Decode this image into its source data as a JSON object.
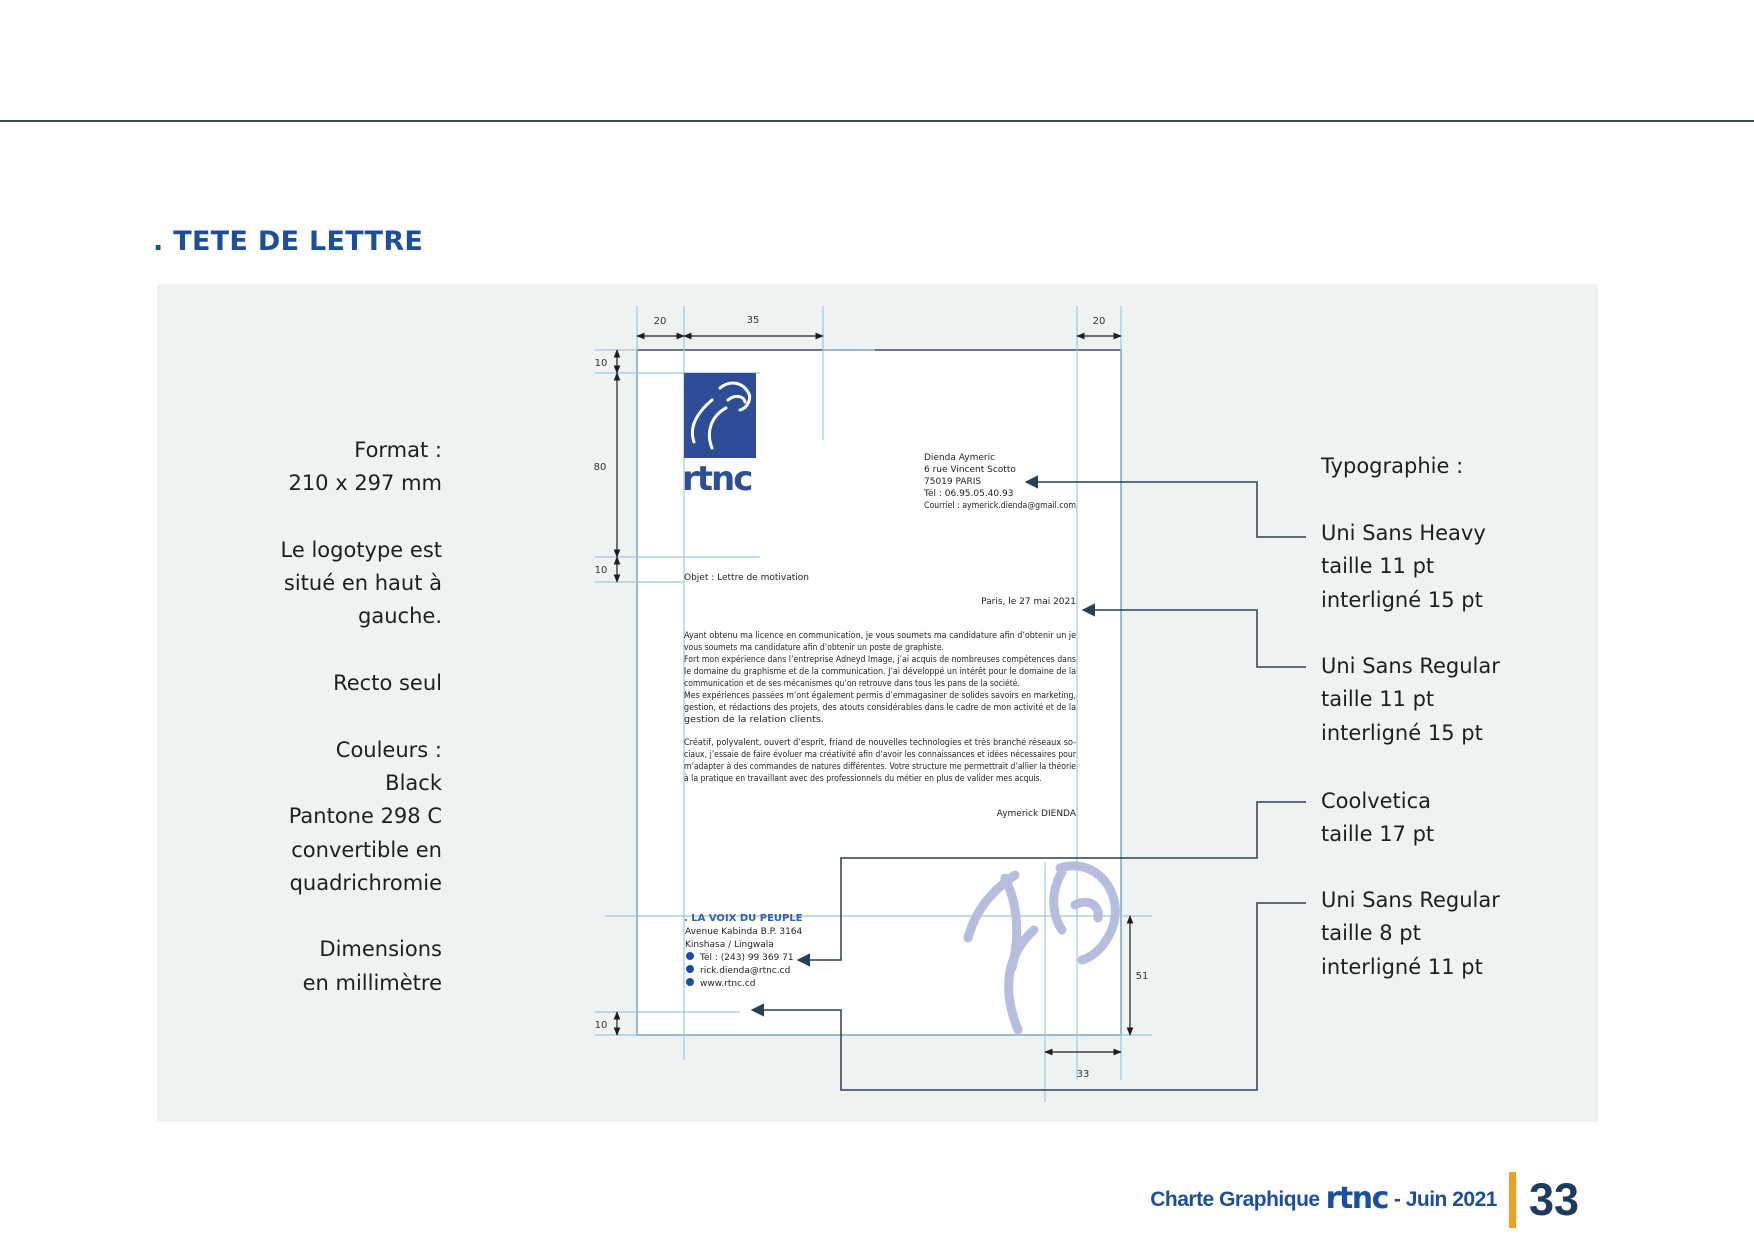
{
  "section_title": ". TETE DE LETTRE",
  "left_notes": {
    "format_label": "Format :",
    "format_value": "210 x 297 mm",
    "logo_line1": "Le logotype est",
    "logo_line2": "situé en haut à",
    "logo_line3": "gauche.",
    "recto": "Recto seul",
    "colors_label": "Couleurs :",
    "color_black": "Black",
    "color_pantone": "Pantone 298 C",
    "color_conv1": "convertible en",
    "color_conv2": "quadrichromie",
    "dims_line1": "Dimensions",
    "dims_line2": "en millimètre"
  },
  "typography": {
    "label": "Typographie :",
    "groups": [
      {
        "font": "Uni Sans Heavy",
        "size": "taille 11 pt",
        "leading": "interligné 15 pt"
      },
      {
        "font": "Uni Sans Regular",
        "size": "taille 11 pt",
        "leading": "interligné 15 pt"
      },
      {
        "font": "Coolvetica",
        "size": "taille 17 pt"
      },
      {
        "font": "Uni Sans Regular",
        "size": "taille 8 pt",
        "leading": "interligné 11 pt"
      }
    ]
  },
  "dimensions": {
    "margin_left": "20",
    "logo_width": "35",
    "margin_right": "20",
    "top_margin": "10",
    "logo_height": "80",
    "logo_gap": "10",
    "bottom_margin": "10",
    "watermark_height": "51",
    "watermark_width": "33"
  },
  "letter": {
    "logo_text": "rtnc",
    "sender": [
      "Dienda Aymeric",
      "6 rue Vincent Scotto",
      "75019 PARIS",
      "Tél : 06.95.05.40.93",
      "Courriel : aymerick.dienda@gmail.com"
    ],
    "subject": "Objet : Lettre de motivation",
    "date": "Paris, le 27 mai 2021",
    "para1": [
      "Ayant obtenu ma licence en communication, je vous soumets ma candidature afin d’obtenir un je",
      "vous soumets ma candidature afin d’obtenir un poste de graphiste.",
      "Fort mon expérience dans l’entreprise Adneyd Image, j’ai acquis de nombreuses compétences dans",
      "le domaine du graphisme et de la communication. J’ai développé un intérêt pour le domaine de la",
      "communication et de ses mécanismes qu’on retrouve dans tous les pans de la société.",
      "Mes expériences passées m’ont également permis d’emmagasiner de solides savoirs en marketing,",
      "gestion, et rédactions des projets, des atouts considérables dans le cadre de mon activité et de la",
      "gestion de la relation clients."
    ],
    "para2": [
      "Créatif, polyvalent, ouvert d’esprit, friand de nouvelles technologies et très branché réseaux so-",
      "ciaux, j’essaie de faire évoluer ma créativité afin d’avoir les connaissances et idées nécessaires pour",
      "m’adapter à des commandes de natures différentes. Votre structure me permettrait d’allier la théorie",
      "à la pratique en travaillant avec des professionnels du métier en plus de valider mes acquis."
    ],
    "signature": "Aymerick DIENDA",
    "footer_title": ". LA VOIX DU PEUPLE",
    "footer_address": [
      "Avenue Kabinda B.P. 3164",
      "Kinshasa / Lingwala"
    ],
    "footer_contacts": [
      "Tél : (243) 99 369 71",
      "rick.dienda@rtnc.cd",
      "www.rtnc.cd"
    ]
  },
  "footer": {
    "text_before": "Charte Graphique",
    "logo": "rtnc",
    "text_after": "- Juin 2021",
    "page_number": "33"
  },
  "colors": {
    "brand_blue": "#1b4f9c",
    "logo_blue": "#2e4d96",
    "guide_blue": "#9ec7e2",
    "annotation_line": "#2b3f50",
    "accent_orange": "#f3a021",
    "panel_bg": "#eff2f2"
  }
}
